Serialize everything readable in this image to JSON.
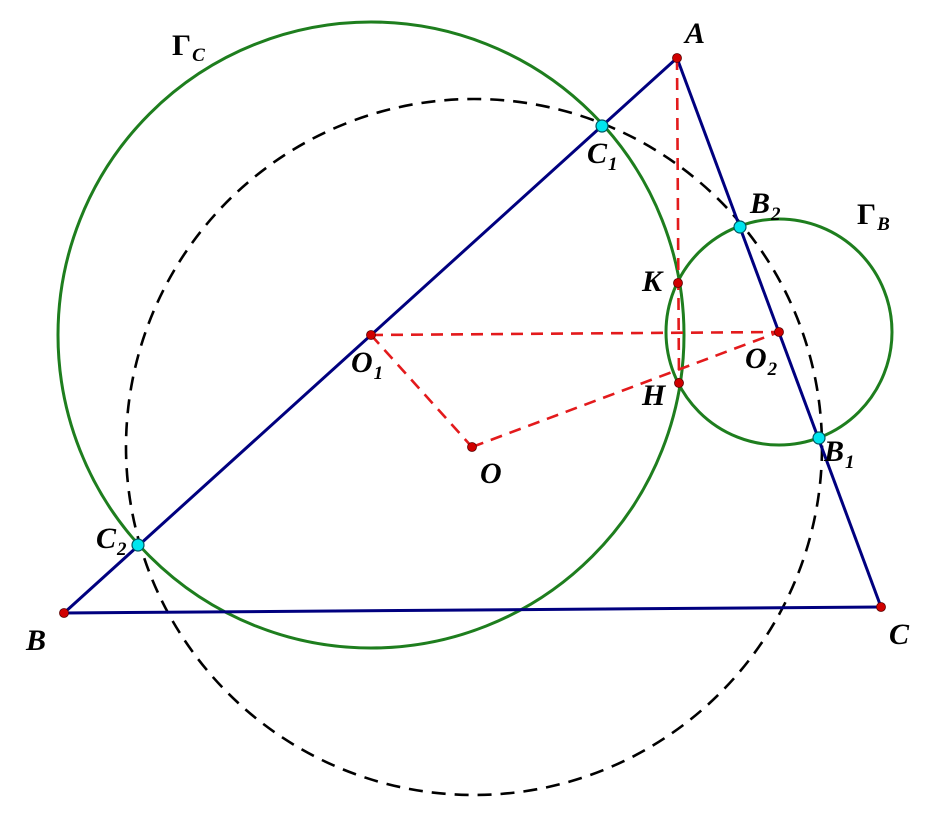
{
  "colors": {
    "triangle": "#00007f",
    "green_circles": "#1e7e1e",
    "dashed_circle": "#000000",
    "red_dashed": "#e31a1c",
    "point_red": "#d00000",
    "point_cyan": "#00e5ee"
  },
  "labels": {
    "A": "A",
    "B": "B",
    "C": "C",
    "O": "O",
    "K": "K",
    "H": "H",
    "O1": {
      "main": "O",
      "sub": "1"
    },
    "O2": {
      "main": "O",
      "sub": "2"
    },
    "B1": {
      "main": "B",
      "sub": "1"
    },
    "B2": {
      "main": "B",
      "sub": "2"
    },
    "C1": {
      "main": "C",
      "sub": "1"
    },
    "C2": {
      "main": "C",
      "sub": "2"
    },
    "GammaC": {
      "main": "Γ",
      "sub": "C"
    },
    "GammaB": {
      "main": "Γ",
      "sub": "B"
    }
  }
}
